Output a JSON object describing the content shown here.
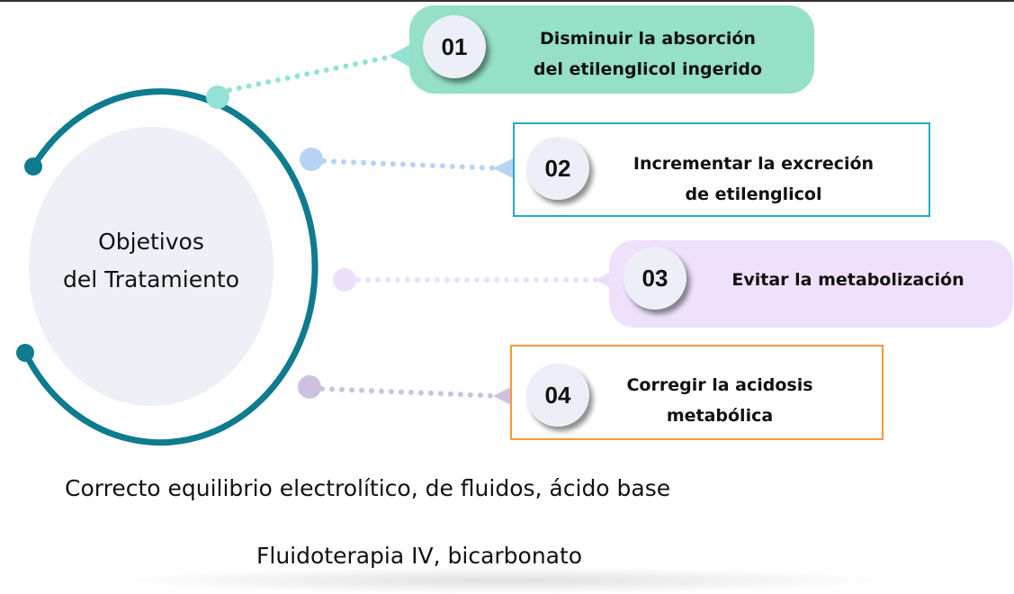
{
  "center": {
    "line1": "Objetivos",
    "line2": "del Tratamiento"
  },
  "items": [
    {
      "number": "01",
      "line1": "Disminuir la absorción",
      "line2": "del etilenglicol ingerido",
      "color": "#95e0c7"
    },
    {
      "number": "02",
      "line1": "Incrementar la excreción",
      "line2": "de etilenglicol",
      "color": "#21aac9"
    },
    {
      "number": "03",
      "line1": "Evitar la metabolización",
      "color": "#efe1fc"
    },
    {
      "number": "04",
      "line1": "Corregir la acidosis",
      "line2": "metabólica",
      "color": "#f6993a"
    }
  ],
  "footer": {
    "line1": "Correcto equilibrio electrolítico, de fluidos, ácido base",
    "line2": "Fluidoterapia IV, bicarbonato"
  },
  "ring_color": "#0e7b8f"
}
